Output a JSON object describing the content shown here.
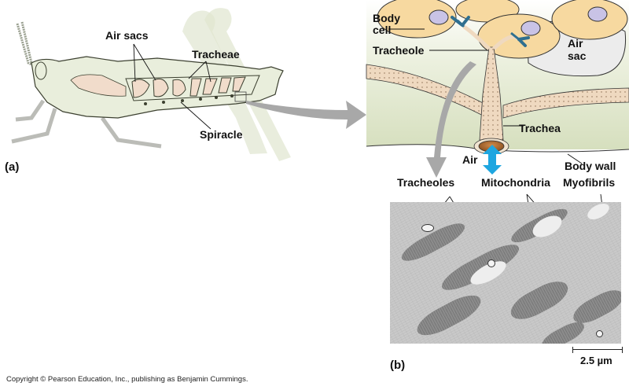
{
  "figure": {
    "panel_a": {
      "label": "(a)",
      "labels": {
        "air_sacs": "Air sacs",
        "tracheae": "Tracheae",
        "spiracle": "Spiracle"
      }
    },
    "panel_b": {
      "label": "(b)",
      "labels": {
        "body_cell": "Body\ncell",
        "body_cell_line1": "Body",
        "body_cell_line2": "cell",
        "tracheole": "Tracheole",
        "air_sac_line1": "Air",
        "air_sac_line2": "sac",
        "trachea": "Trachea",
        "air": "Air",
        "body_wall": "Body wall",
        "tracheoles": "Tracheoles",
        "mitochondria": "Mitochondria",
        "myofibrils": "Myofibrils"
      },
      "scale_bar": "2.5 µm"
    },
    "colors": {
      "body_fill": "#e9eedc",
      "body_stroke": "#3c4030",
      "air_sac_fill": "#f1dccb",
      "cell_fill": "#f7d9a0",
      "nucleus_fill": "#c9c3e6",
      "tracheole_blue": "#2f6f8f",
      "trachea_fill": "#efd9c0",
      "tissue_green": "#dde5c8",
      "air_arrow": "#1ea6e0",
      "gray_arrow": "#a8a8a8",
      "micrograph_gray": "#c9c9c9"
    },
    "copyright": "Copyright © Pearson Education, Inc., publishing as Benjamin Cummings."
  }
}
